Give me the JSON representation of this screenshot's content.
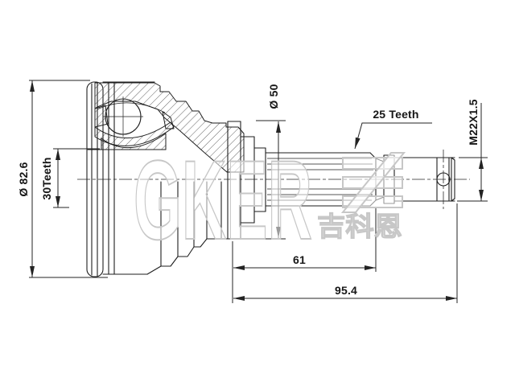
{
  "figure": {
    "type": "technical-drawing",
    "subject": "CV joint outer race with splined shaft and threaded end",
    "labels": {
      "outer_diameter": "Ø 82.6",
      "inner_spline": "30Teeth",
      "boot_diameter": "Ø 50",
      "shaft_spline": "25 Teeth",
      "thread": "M22X1.5",
      "spline_length": "61",
      "overall_length": "95.4"
    },
    "watermark": {
      "brand": "GKER",
      "brand_cn": "吉科恩"
    },
    "colors": {
      "background": "#ffffff",
      "line": "#1e1e1e",
      "watermark": "#c7c7c7"
    }
  }
}
